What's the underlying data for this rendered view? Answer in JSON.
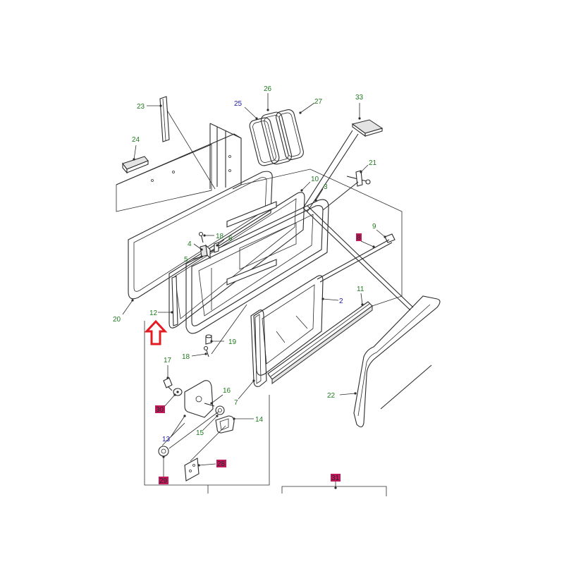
{
  "colors": {
    "label_green": "#1f7a1f",
    "label_blue": "#1a1aa6",
    "highlight_magenta": "#c2185b",
    "arrow_red": "#e31b23",
    "line": "#2b2b2b"
  },
  "labels": [
    {
      "id": "l23",
      "text": "23",
      "kind": "green"
    },
    {
      "id": "l25",
      "text": "25",
      "kind": "blue"
    },
    {
      "id": "l26",
      "text": "26",
      "kind": "green"
    },
    {
      "id": "l27",
      "text": "27",
      "kind": "green"
    },
    {
      "id": "l33",
      "text": "33",
      "kind": "green"
    },
    {
      "id": "l24",
      "text": "24",
      "kind": "green"
    },
    {
      "id": "l21",
      "text": "21",
      "kind": "green"
    },
    {
      "id": "l10",
      "text": "10",
      "kind": "green"
    },
    {
      "id": "l3",
      "text": "3",
      "kind": "green"
    },
    {
      "id": "l18a",
      "text": "18",
      "kind": "green"
    },
    {
      "id": "l4",
      "text": "4",
      "kind": "green"
    },
    {
      "id": "l6",
      "text": "6",
      "kind": "green"
    },
    {
      "id": "l5",
      "text": "5",
      "kind": "green"
    },
    {
      "id": "l9",
      "text": "9",
      "kind": "green"
    },
    {
      "id": "l8",
      "text": "8",
      "kind": "highlight"
    },
    {
      "id": "l11",
      "text": "11",
      "kind": "green"
    },
    {
      "id": "l2",
      "text": "2",
      "kind": "blue"
    },
    {
      "id": "l20",
      "text": "20",
      "kind": "green"
    },
    {
      "id": "l12",
      "text": "12",
      "kind": "green"
    },
    {
      "id": "l19",
      "text": "19",
      "kind": "green"
    },
    {
      "id": "l18b",
      "text": "18",
      "kind": "green"
    },
    {
      "id": "l17",
      "text": "17",
      "kind": "green"
    },
    {
      "id": "l16",
      "text": "16",
      "kind": "green"
    },
    {
      "id": "l7",
      "text": "7",
      "kind": "green"
    },
    {
      "id": "l22",
      "text": "22",
      "kind": "green"
    },
    {
      "id": "l30",
      "text": "30",
      "kind": "highlight"
    },
    {
      "id": "l14",
      "text": "14",
      "kind": "green"
    },
    {
      "id": "l13",
      "text": "13",
      "kind": "blue"
    },
    {
      "id": "l15",
      "text": "15",
      "kind": "green"
    },
    {
      "id": "l29",
      "text": "29",
      "kind": "highlight"
    },
    {
      "id": "l28",
      "text": "28",
      "kind": "highlight"
    },
    {
      "id": "l31",
      "text": "31",
      "kind": "highlight"
    }
  ]
}
